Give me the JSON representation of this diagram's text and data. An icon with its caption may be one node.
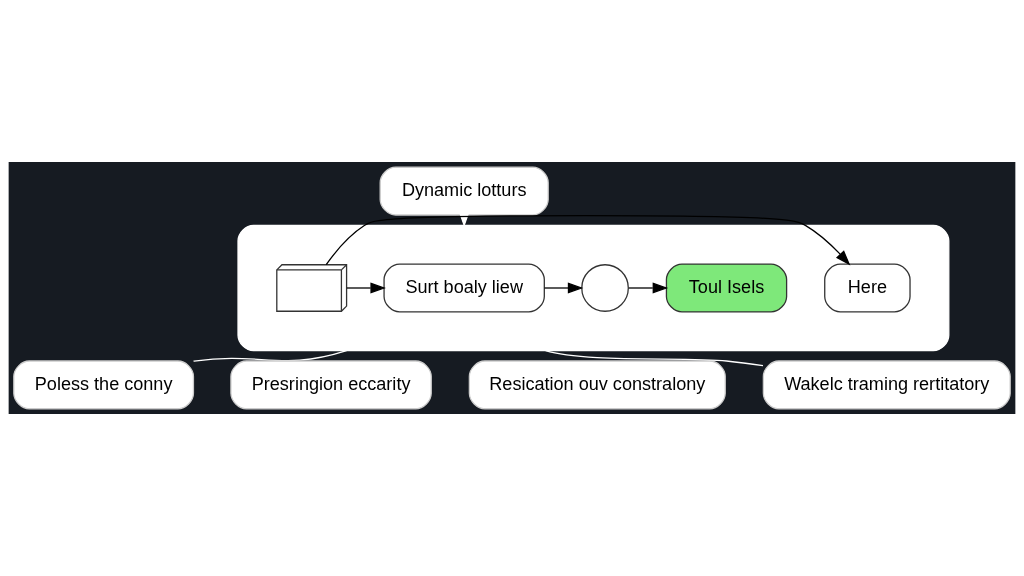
{
  "diagram": {
    "nodes": [
      {
        "text": [
          "Dynamic lotturs"
        ]
      },
      {
        "text": [],
        "shape": "box"
      },
      {
        "text": [
          "Here"
        ],
        "in": 1
      },
      {
        "text": [],
        "shape": "picture",
        "in": 1
      },
      {
        "text": [
          "Surt boaly liew"
        ],
        "in": 1
      },
      {
        "text": [],
        "shape": "circle",
        "in": 1
      },
      {
        "text": [
          "Toul Isels"
        ],
        "in": 1
      },
      {
        "text": [
          "Poless the conny"
        ]
      },
      {
        "text": [
          "Presringion eccarity"
        ]
      },
      {
        "text": [
          "Resication ouv constralony"
        ]
      },
      {
        "text": [
          "Wakelc traming rertitatory"
        ]
      }
    ],
    "edges": [
      {
        "from": 0,
        "to": 1,
        "arrow": "to",
        "color": "#ffffff"
      },
      {
        "from": 3,
        "to": 2,
        "arrow": "to"
      },
      {
        "from": 3,
        "to": 4,
        "arrow": "to"
      },
      {
        "from": 4,
        "to": 5,
        "arrow": "to"
      },
      {
        "from": 5,
        "to": 6,
        "arrow": "to"
      },
      {
        "from": 1,
        "to": 7,
        "arrow": "none",
        "color": "#ffffff"
      },
      {
        "from": 1,
        "to": 10,
        "arrow": "none",
        "color": "#ffffff"
      }
    ]
  }
}
